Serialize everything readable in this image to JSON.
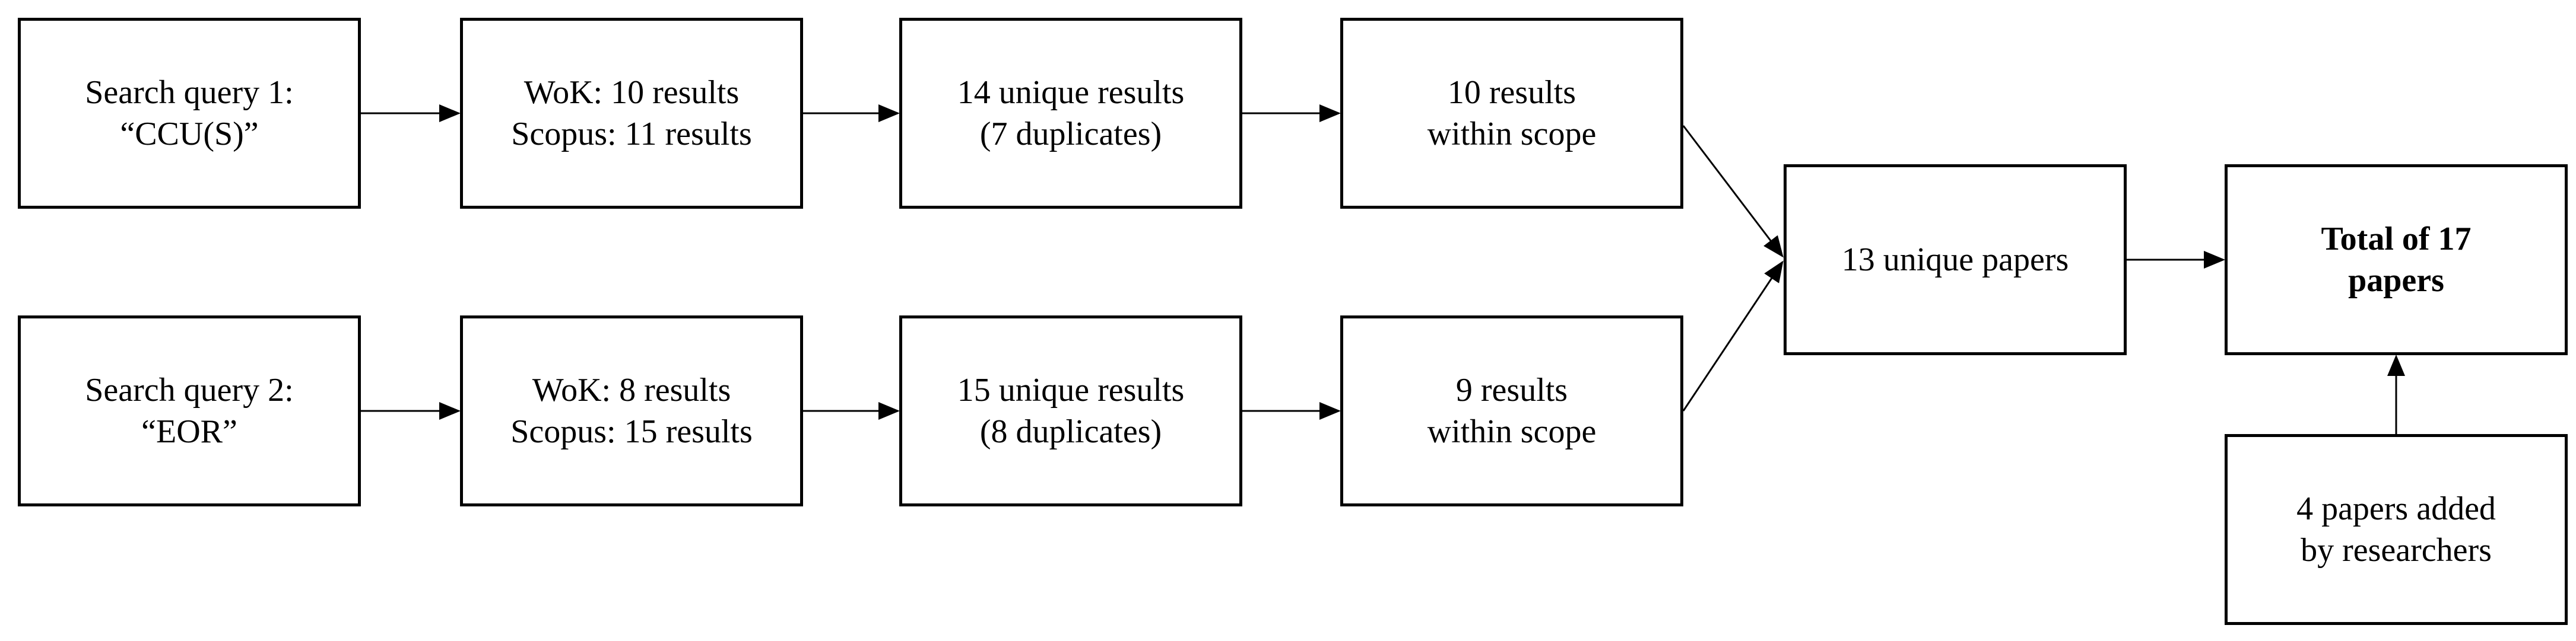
{
  "boxes": {
    "query1": {
      "line1": "Search query 1:",
      "line2": "“CCU(S)”"
    },
    "results1": {
      "line1": "WoK: 10 results",
      "line2": "Scopus: 11 results"
    },
    "unique1": {
      "line1": "14 unique results",
      "line2": "(7 duplicates)"
    },
    "scope1": {
      "line1": "10 results",
      "line2": "within scope"
    },
    "query2": {
      "line1": "Search query 2:",
      "line2": "“EOR”"
    },
    "results2": {
      "line1": "WoK: 8 results",
      "line2": "Scopus: 15 results"
    },
    "unique2": {
      "line1": "15 unique results",
      "line2": "(8 duplicates)"
    },
    "scope2": {
      "line1": "9 results",
      "line2": "within scope"
    },
    "merged": {
      "line1": "13 unique papers"
    },
    "total": {
      "line1": "Total of 17",
      "line2": "papers"
    },
    "added": {
      "line1": "4 papers added",
      "line2": "by researchers"
    }
  }
}
